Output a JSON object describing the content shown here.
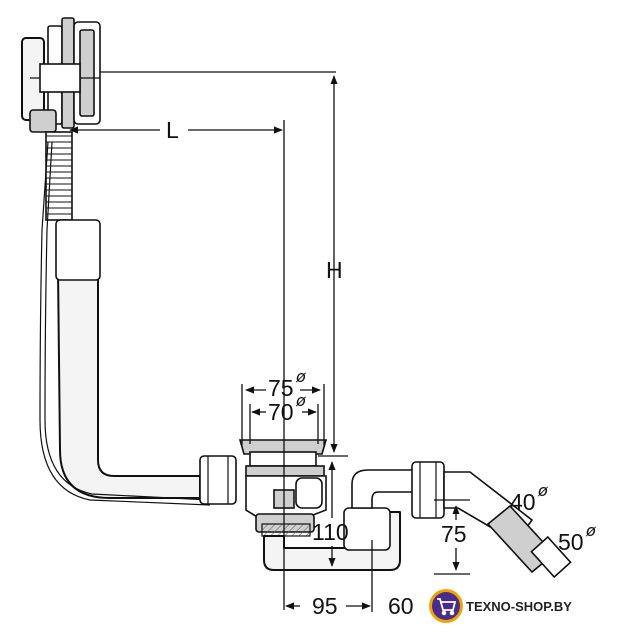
{
  "dimensions": {
    "length": "L",
    "height": "H",
    "overflow_diameter_outer": "75",
    "overflow_diameter_inner": "70",
    "drain_height": "110",
    "outlet_drop": "75",
    "outlet_diameter_small": "40",
    "outlet_diameter_large": "50",
    "offset_left": "95",
    "offset_right": "60",
    "diameter_symbol": "ø"
  },
  "brand": {
    "name": "TEXNO-SHOP.BY",
    "icon": "shopping-cart-icon",
    "accent": "#4a2c8c",
    "highlight": "#f2a300"
  }
}
